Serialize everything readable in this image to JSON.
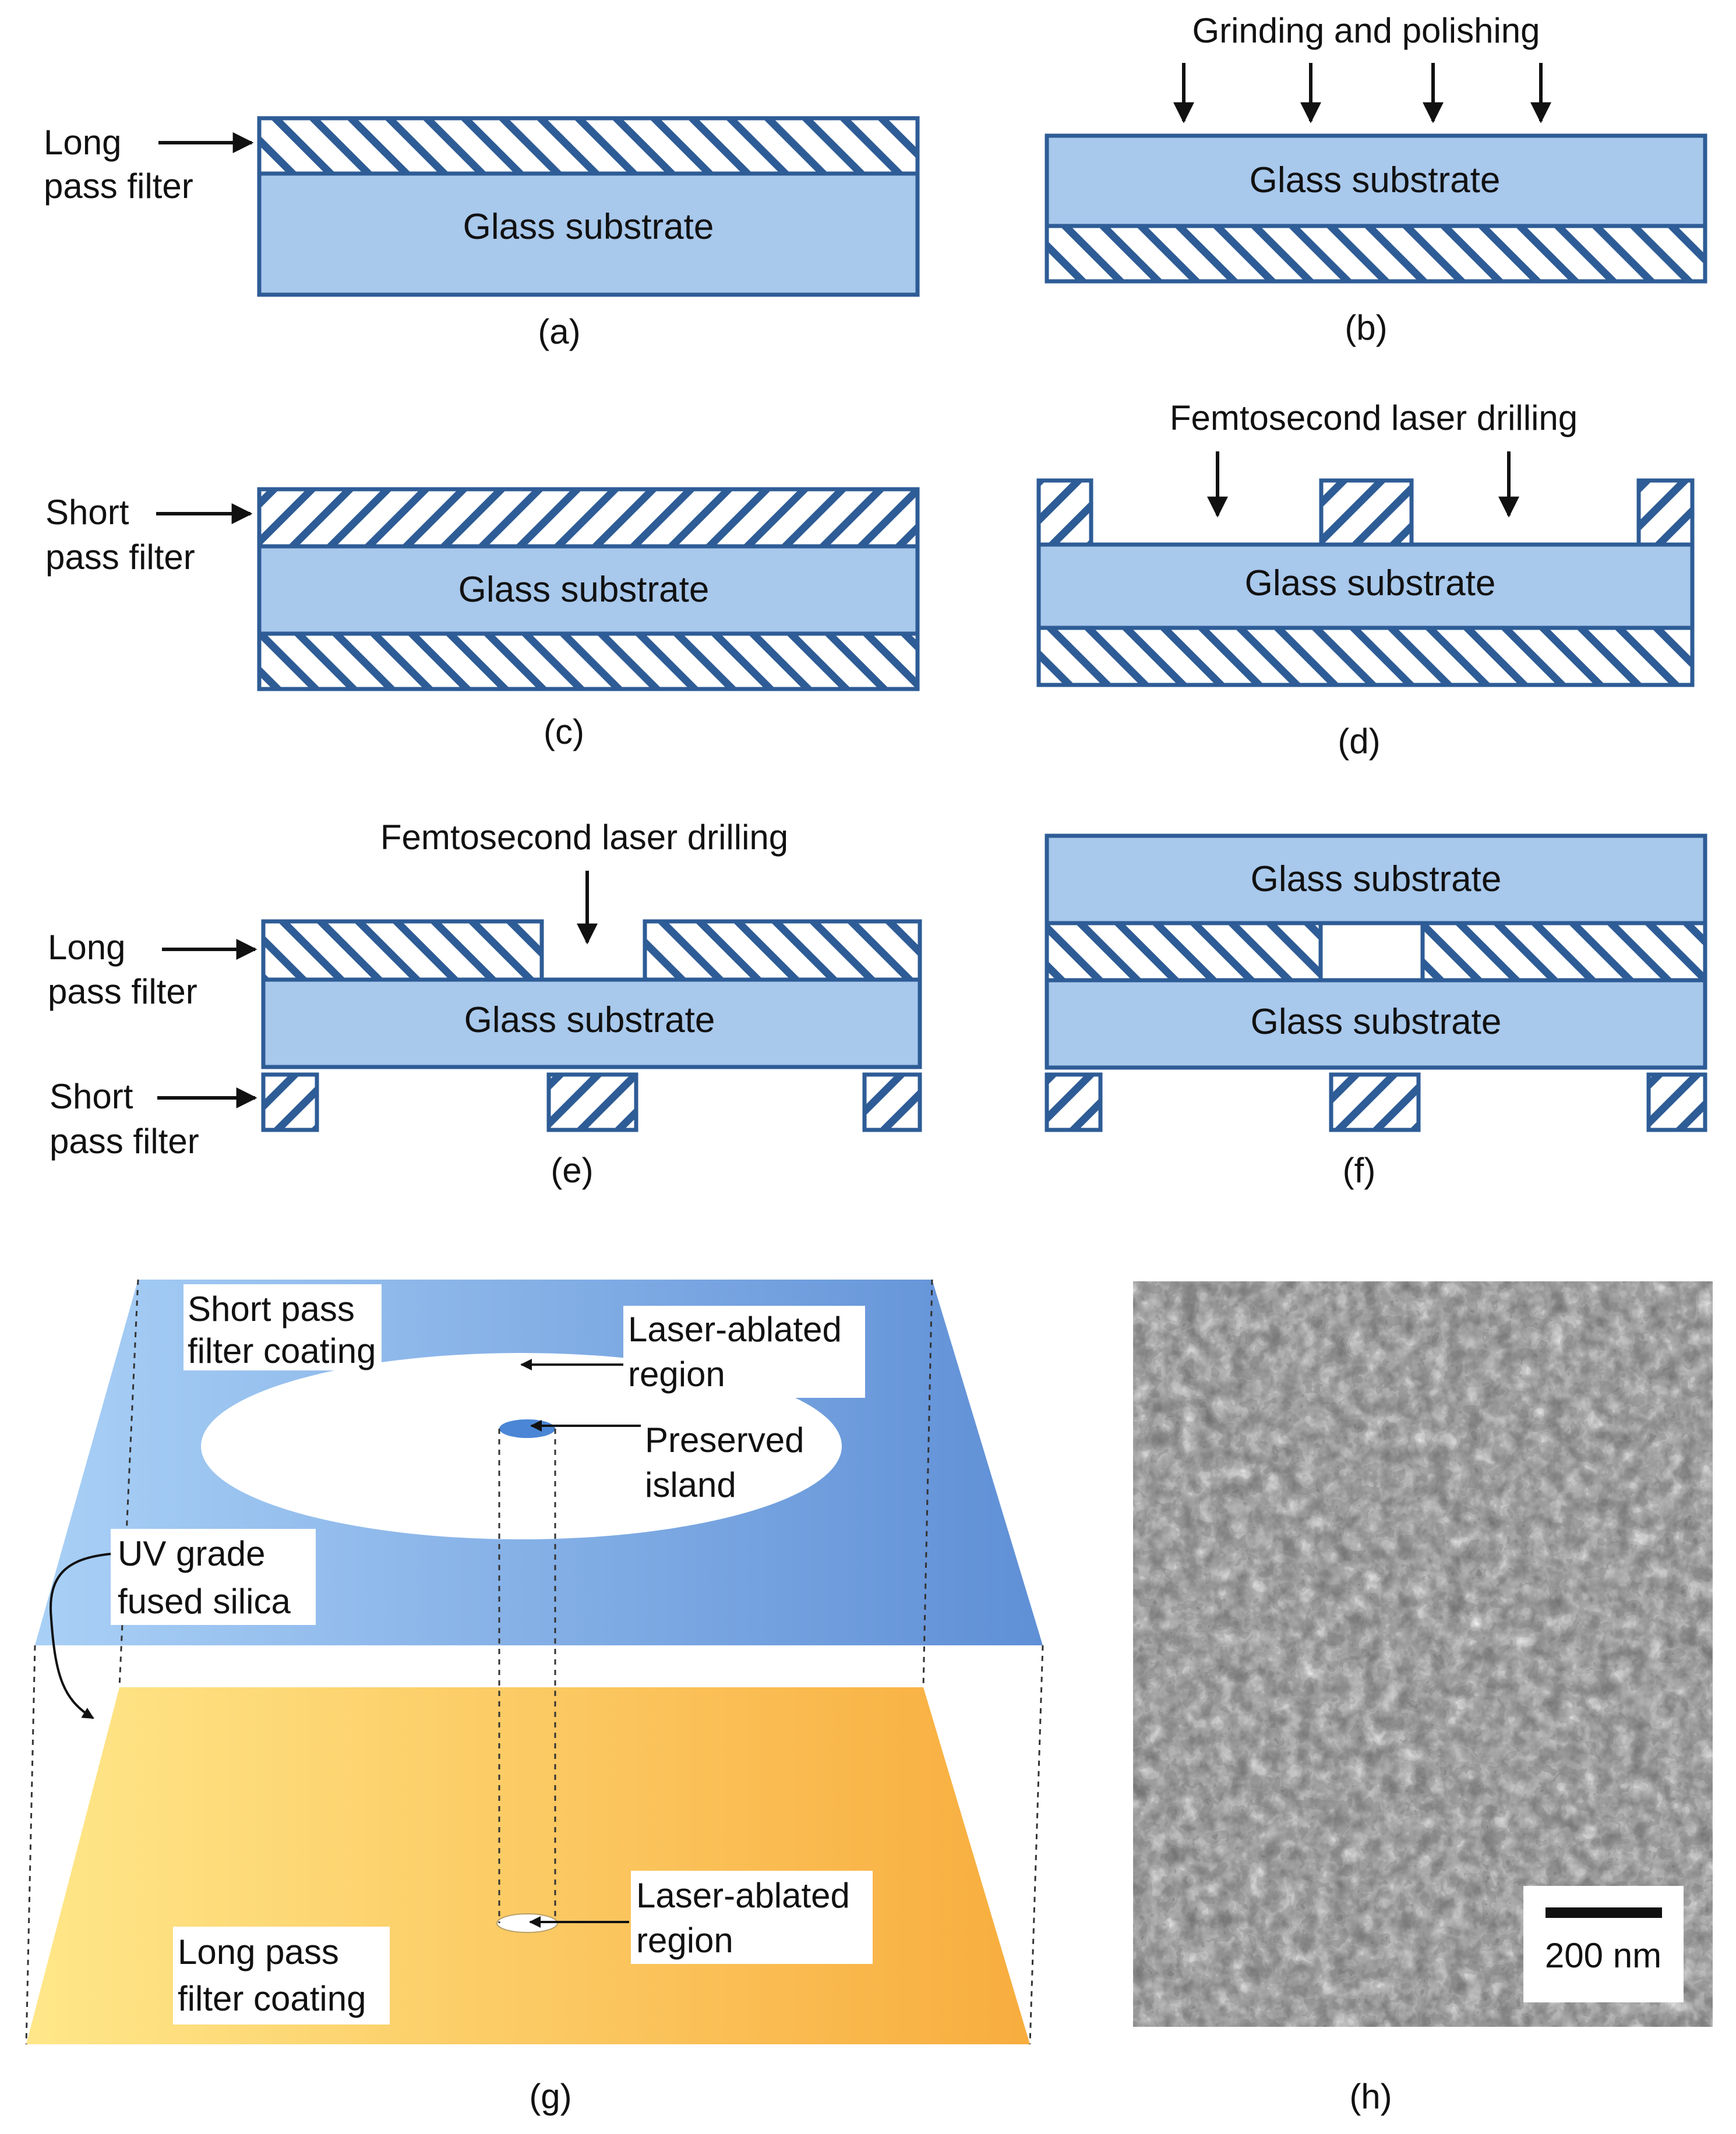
{
  "colors": {
    "substrate_fill": "#a8c8ec",
    "outline": "#2e5c96",
    "hatch": "#2e5c96",
    "top_plate_light": "#a9d0f6",
    "top_plate_dark": "#5f8fd6",
    "bottom_plate_light": "#ffe789",
    "bottom_plate_dark": "#f8ad3e",
    "sem_background": "#6f6f6f"
  },
  "panel_a": {
    "caption": "(a)",
    "filter_label_line1": "Long",
    "filter_label_line2": "pass filter",
    "substrate": "Glass substrate"
  },
  "panel_b": {
    "caption": "(b)",
    "process": "Grinding and polishing",
    "substrate": "Glass substrate"
  },
  "panel_c": {
    "caption": "(c)",
    "filter_label_line1": "Short",
    "filter_label_line2": "pass filter",
    "substrate": "Glass substrate"
  },
  "panel_d": {
    "caption": "(d)",
    "process": "Femtosecond laser drilling",
    "substrate": "Glass substrate"
  },
  "panel_e": {
    "caption": "(e)",
    "process": "Femtosecond laser drilling",
    "long_label_line1": "Long",
    "long_label_line2": "pass filter",
    "short_label_line1": "Short",
    "short_label_line2": "pass filter",
    "substrate": "Glass substrate"
  },
  "panel_f": {
    "caption": "(f)",
    "substrate_top": "Glass substrate",
    "substrate_bottom": "Glass substrate"
  },
  "panel_g": {
    "caption": "(g)",
    "short_coating_line1": "Short pass",
    "short_coating_line2": "filter coating",
    "ablated_top_line1": "Laser-ablated",
    "ablated_top_line2": "region",
    "island_line1": "Preserved",
    "island_line2": "island",
    "silica_line1": "UV grade",
    "silica_line2": "fused silica",
    "ablated_bottom_line1": "Laser-ablated",
    "ablated_bottom_line2": "region",
    "long_coating_line1": "Long pass",
    "long_coating_line2": "filter coating"
  },
  "panel_h": {
    "caption": "(h)",
    "scale_bar": "200 nm"
  }
}
